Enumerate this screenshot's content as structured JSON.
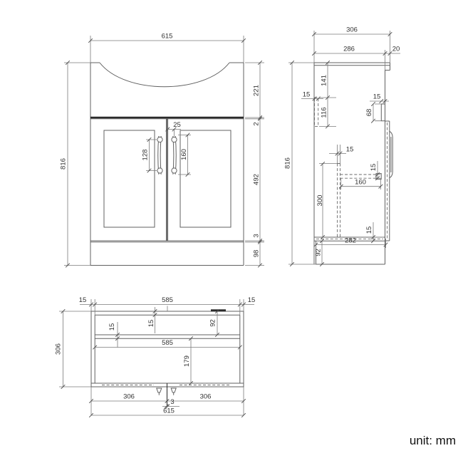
{
  "drawing": {
    "title": "vanity-unit-technical-drawing",
    "front": {
      "overall_width": "615",
      "overall_height": "816",
      "basin_height": "221",
      "countertop_gap": "2",
      "door_height": "492",
      "door_bottom_gap": "3",
      "plinth_height": "98",
      "handle_offset": "25",
      "handle_hole_spacing": "128",
      "handle_length": "160"
    },
    "side": {
      "overall_depth": "306",
      "carcass_depth": "286",
      "worktop_overhang": "20",
      "overall_height": "816",
      "wall_rail_top_offset": "141",
      "wall_rail_thickness": "15",
      "wall_rail_height": "116",
      "front_rail_thickness": "15",
      "front_rail_height": "68",
      "divider_thickness": "15",
      "divider_height": "300",
      "shelf_thickness": "15",
      "shelf_depth": "160",
      "bottom_thickness": "15",
      "bottom_depth": "282",
      "plinth_height": "92"
    },
    "plan": {
      "left_side_thickness": "15",
      "inner_width_top": "585",
      "right_side_thickness": "15",
      "overall_depth": "306",
      "rail_thickness": "15",
      "back_panel_thickness": "15",
      "rail_offset": "92",
      "inner_width": "585",
      "interior_depth": "179",
      "left_door_width": "306",
      "right_door_width": "306",
      "door_gap": "3",
      "overall_width": "615"
    },
    "footer": {
      "unit_label": "unit: mm"
    },
    "colors": {
      "line": "#606060",
      "heavy": "#2b2b2b",
      "dimension": "#7b7b7b",
      "text": "#333333",
      "background": "#ffffff"
    }
  }
}
